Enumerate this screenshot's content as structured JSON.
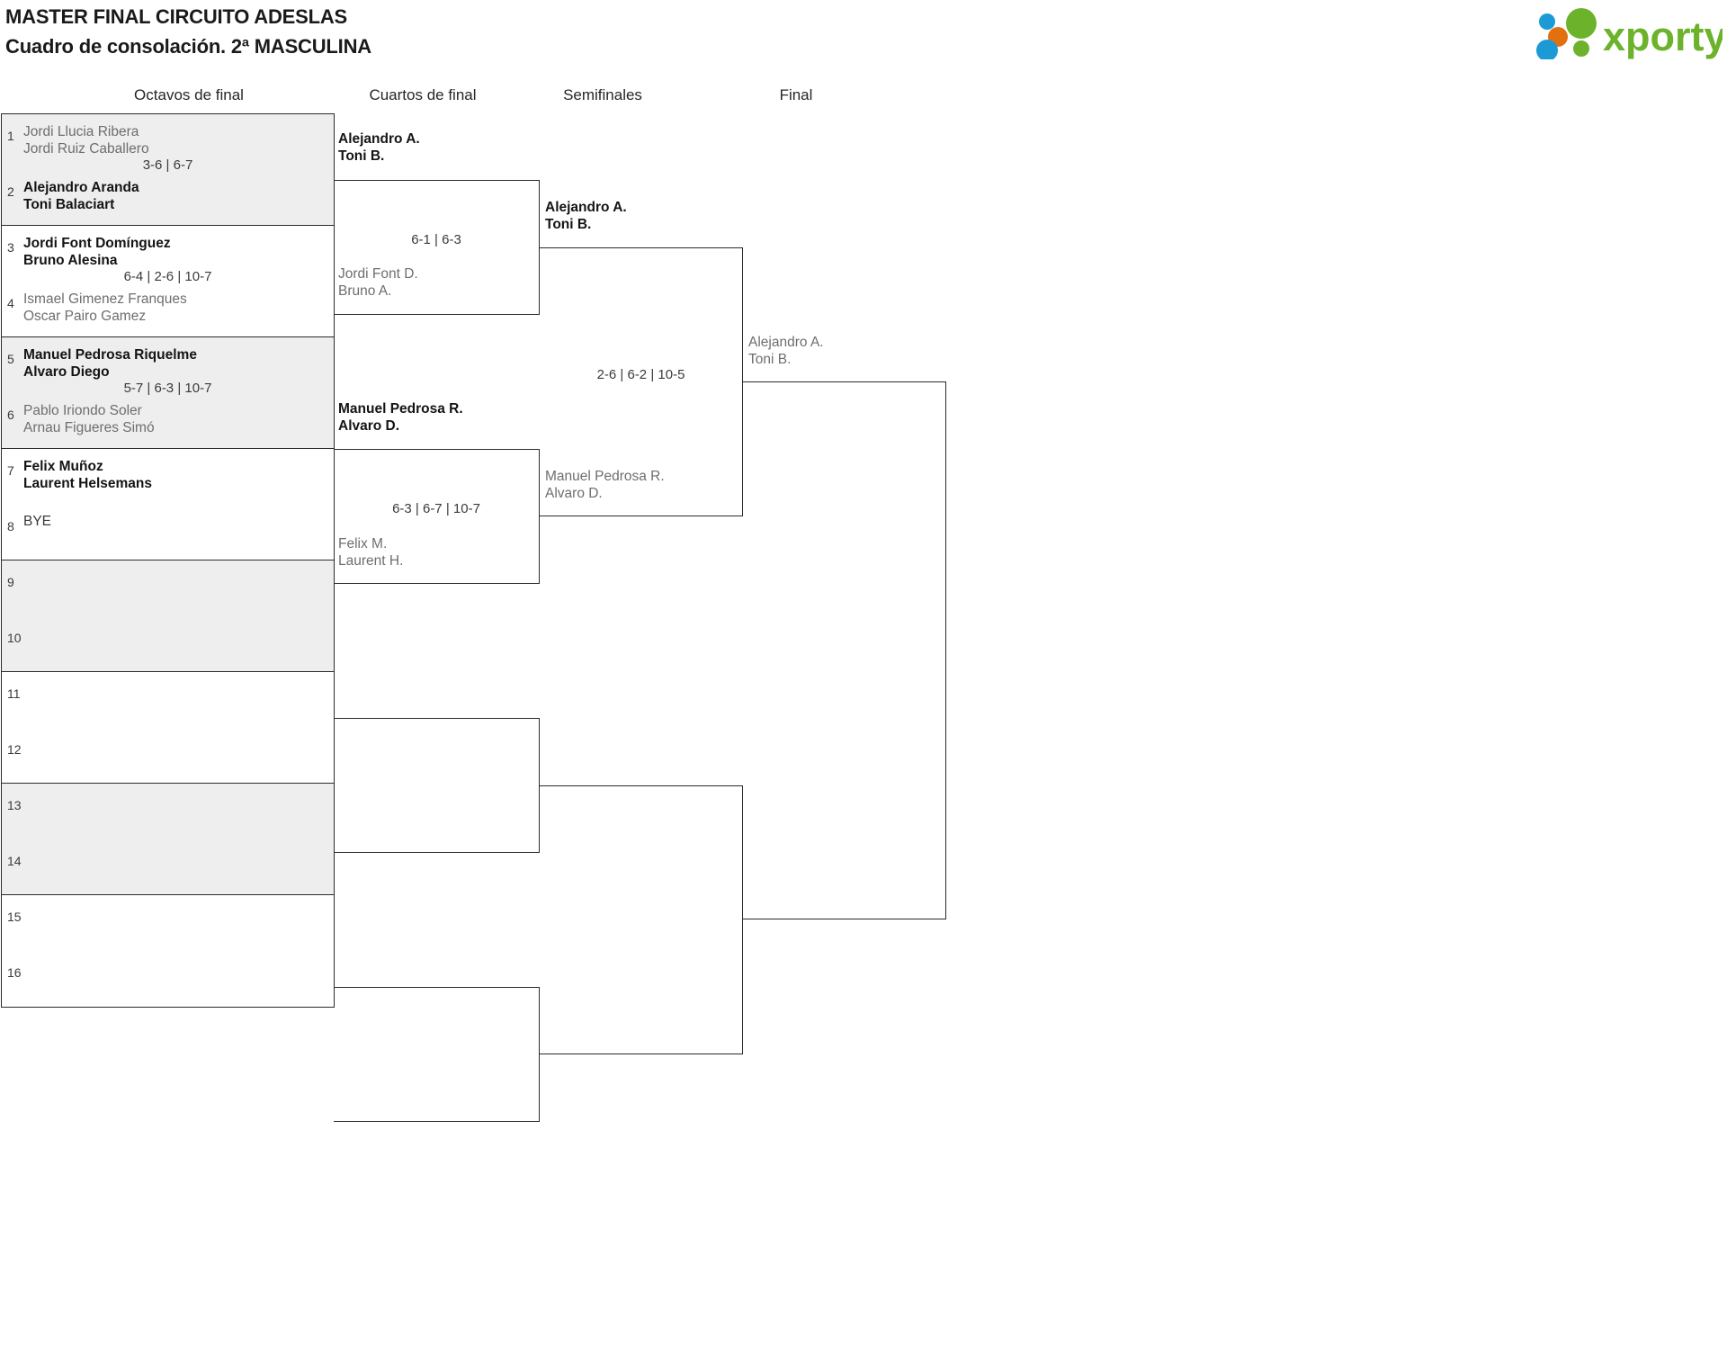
{
  "header": {
    "title_line1": "MASTER FINAL CIRCUITO ADESLAS",
    "title_line2": "Cuadro de consolación. 2ª MASCULINA",
    "logo_text": "xporty",
    "logo_colors": {
      "green": "#6cb32b",
      "blue": "#1b9ad6",
      "orange": "#e2700e"
    }
  },
  "rounds": [
    {
      "label": "Octavos de final"
    },
    {
      "label": "Cuartos de final"
    },
    {
      "label": "Semifinales"
    },
    {
      "label": "Final"
    }
  ],
  "r16": [
    {
      "seed_top": "1",
      "seed_bot": "2",
      "top_p1": "Jordi Llucia Ribera",
      "top_p2": "Jordi Ruiz Caballero",
      "top_winner": false,
      "bot_p1": "Alejandro Aranda",
      "bot_p2": "Toni Balaciart",
      "bot_winner": true,
      "score": "3-6 | 6-7",
      "shaded": true
    },
    {
      "seed_top": "3",
      "seed_bot": "4",
      "top_p1": "Jordi Font Domínguez",
      "top_p2": "Bruno Alesina",
      "top_winner": true,
      "bot_p1": "Ismael Gimenez Franques",
      "bot_p2": "Oscar Pairo Gamez",
      "bot_winner": false,
      "score": "6-4 | 2-6 | 10-7",
      "shaded": false
    },
    {
      "seed_top": "5",
      "seed_bot": "6",
      "top_p1": "Manuel Pedrosa Riquelme",
      "top_p2": "Alvaro Diego",
      "top_winner": true,
      "bot_p1": "Pablo Iriondo Soler",
      "bot_p2": "Arnau Figueres Simó",
      "bot_winner": false,
      "score": "5-7 | 6-3 | 10-7",
      "shaded": true
    },
    {
      "seed_top": "7",
      "seed_bot": "8",
      "top_p1": "Felix Muñoz",
      "top_p2": "Laurent Helsemans",
      "top_winner": true,
      "bot_bye": "BYE",
      "score": "",
      "shaded": false
    },
    {
      "seed_top": "9",
      "seed_bot": "10",
      "shaded": true,
      "empty": true
    },
    {
      "seed_top": "11",
      "seed_bot": "12",
      "shaded": false,
      "empty": true
    },
    {
      "seed_top": "13",
      "seed_bot": "14",
      "shaded": true,
      "empty": true
    },
    {
      "seed_top": "15",
      "seed_bot": "16",
      "shaded": false,
      "empty": true
    }
  ],
  "quarters": [
    {
      "top_p1": "Alejandro A.",
      "top_p2": "Toni B.",
      "top_winner": true,
      "bot_p1": "Jordi Font D.",
      "bot_p2": "Bruno A.",
      "bot_winner": false,
      "score": "6-1 | 6-3"
    },
    {
      "top_p1": "Manuel Pedrosa R.",
      "top_p2": "Alvaro D.",
      "top_winner": true,
      "bot_p1": "Felix M.",
      "bot_p2": "Laurent H.",
      "bot_winner": false,
      "score": "6-3 | 6-7 | 10-7"
    },
    {
      "score": "",
      "empty": true
    },
    {
      "score": "",
      "empty": true
    }
  ],
  "semis": [
    {
      "top_p1": "Alejandro A.",
      "top_p2": "Toni B.",
      "top_winner": true,
      "bot_p1": "Manuel Pedrosa R.",
      "bot_p2": "Alvaro D.",
      "bot_winner": false,
      "score": "2-6 | 6-2 | 10-5"
    },
    {
      "score": "",
      "empty": true
    }
  ],
  "final": {
    "champion_p1": "Alejandro A.",
    "champion_p2": "Toni B.",
    "score": ""
  }
}
